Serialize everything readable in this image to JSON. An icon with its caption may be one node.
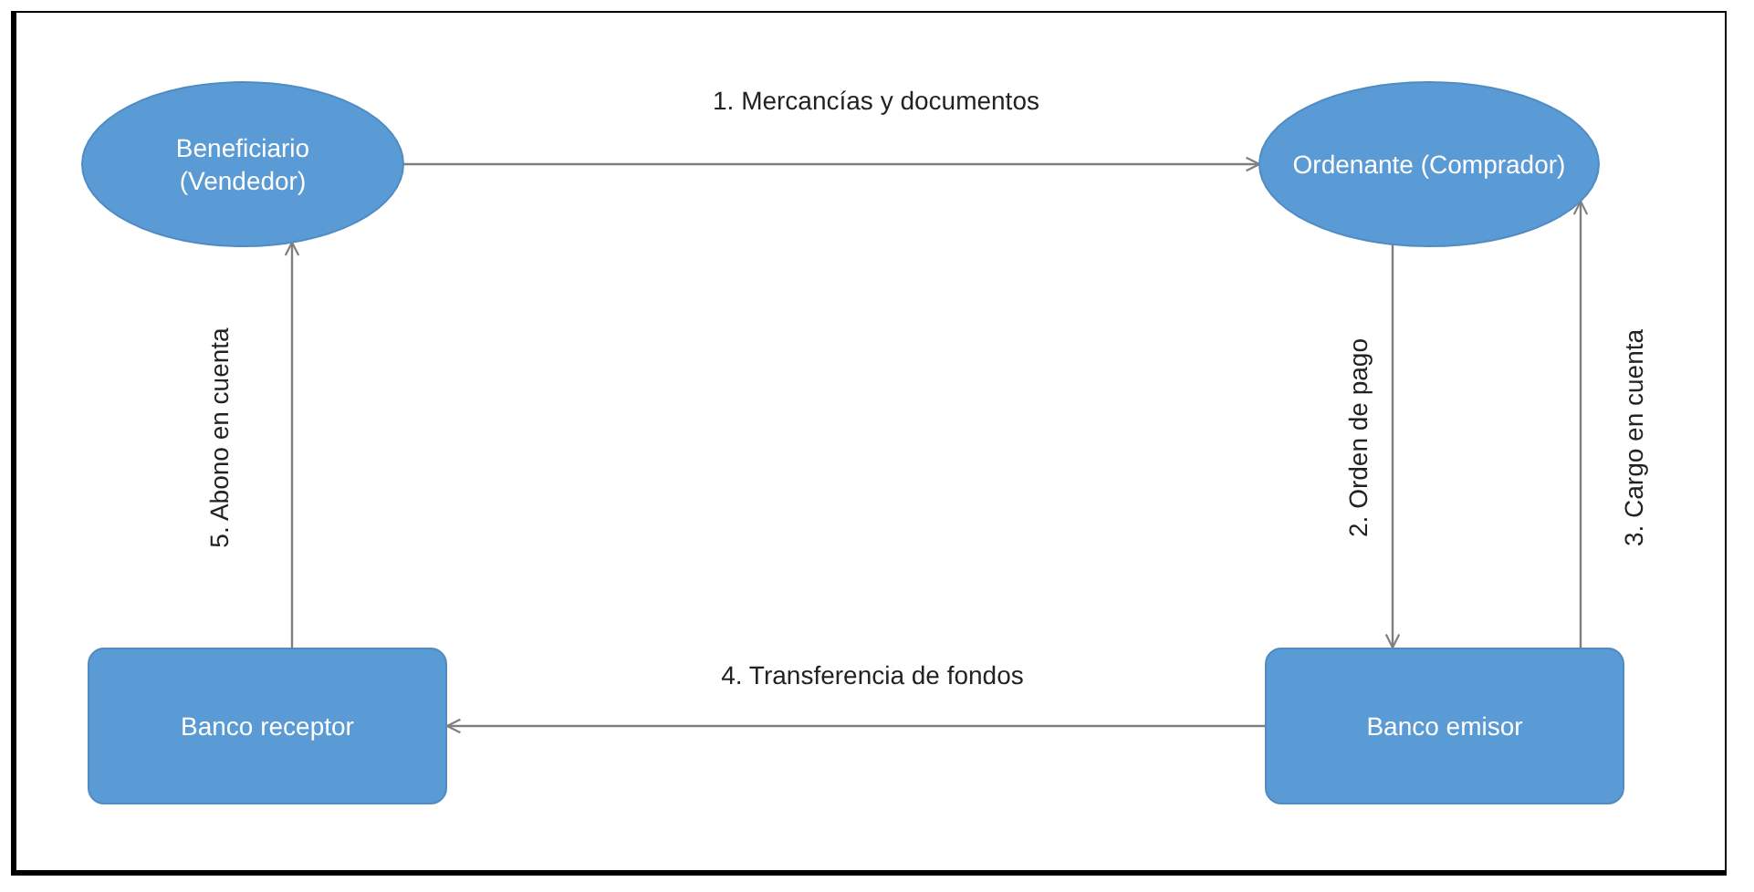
{
  "diagram": {
    "nodes": [
      {
        "text": [
          "Beneficiario (Vendedor)"
        ]
      },
      {
        "text": [
          "Ordenante (Comprador)"
        ]
      },
      {
        "text": [
          "Banco receptor"
        ]
      },
      {
        "text": [
          "Banco emisor"
        ]
      }
    ],
    "edges": [
      {
        "from": 0,
        "to": 1,
        "arrow": "to",
        "label": "1. Mercancías y documentos"
      },
      {
        "from": 1,
        "to": 3,
        "arrow": "to",
        "label": "2. Orden de pago"
      },
      {
        "from": 3,
        "to": 1,
        "arrow": "to",
        "label": "3. Cargo en cuenta"
      },
      {
        "from": 3,
        "to": 2,
        "arrow": "to",
        "label": "4. Transferencia de fondos"
      },
      {
        "from": 2,
        "to": 0,
        "arrow": "to",
        "label": "5. Abono en cuenta"
      }
    ]
  }
}
